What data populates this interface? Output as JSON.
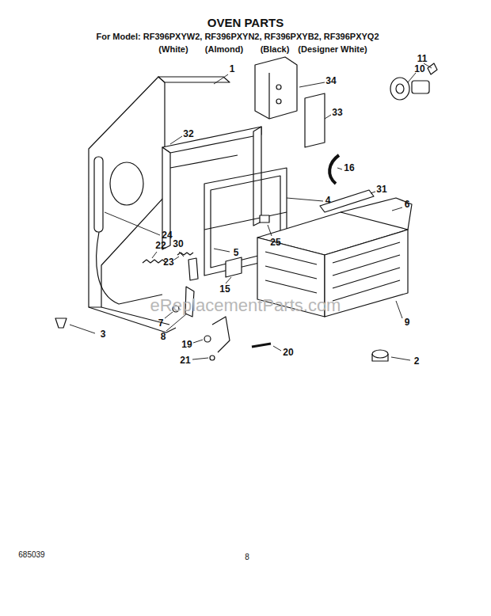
{
  "diagram": {
    "title": "OVEN PARTS",
    "labels": [
      "For Model: RF396PXYW2, RF396PXYN2, RF396PXYB2, RF396PXYQ2",
      "(White)",
      "(Almond)",
      "(Black)",
      "(Designer White)",
      "1",
      "34",
      "11",
      "10",
      "33",
      "32",
      "16",
      "31",
      "6",
      "24",
      "4",
      "25",
      "5",
      "22",
      "30",
      "23",
      "15",
      "9",
      "3",
      "7",
      "8",
      "19",
      "20",
      "21",
      "2",
      "685039",
      "8",
      "eReplacementParts.com"
    ]
  }
}
